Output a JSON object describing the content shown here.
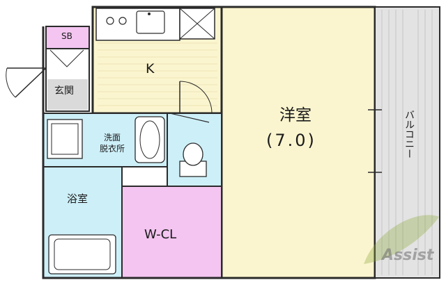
{
  "rooms": {
    "kitchen": "K",
    "shoe_box": "SB",
    "entrance": "玄関",
    "washroom": "洗面\n脱衣所",
    "bathroom": "浴室",
    "walk_in_closet": "W-CL",
    "western_room": "洋室",
    "western_room_size": "(7.0)",
    "balcony": "バルコニー"
  },
  "watermark": "Assist",
  "colors": {
    "kitchen": "#fbf5cf",
    "western_room": "#fbf5cf",
    "entrance": "#dadada",
    "shoe_box": "#f3c5f0",
    "walk_in_closet": "#f3c5f0",
    "water_rooms": "#cdeff8",
    "balcony": "#e3e3e3",
    "wall": "#2a2a2a"
  }
}
